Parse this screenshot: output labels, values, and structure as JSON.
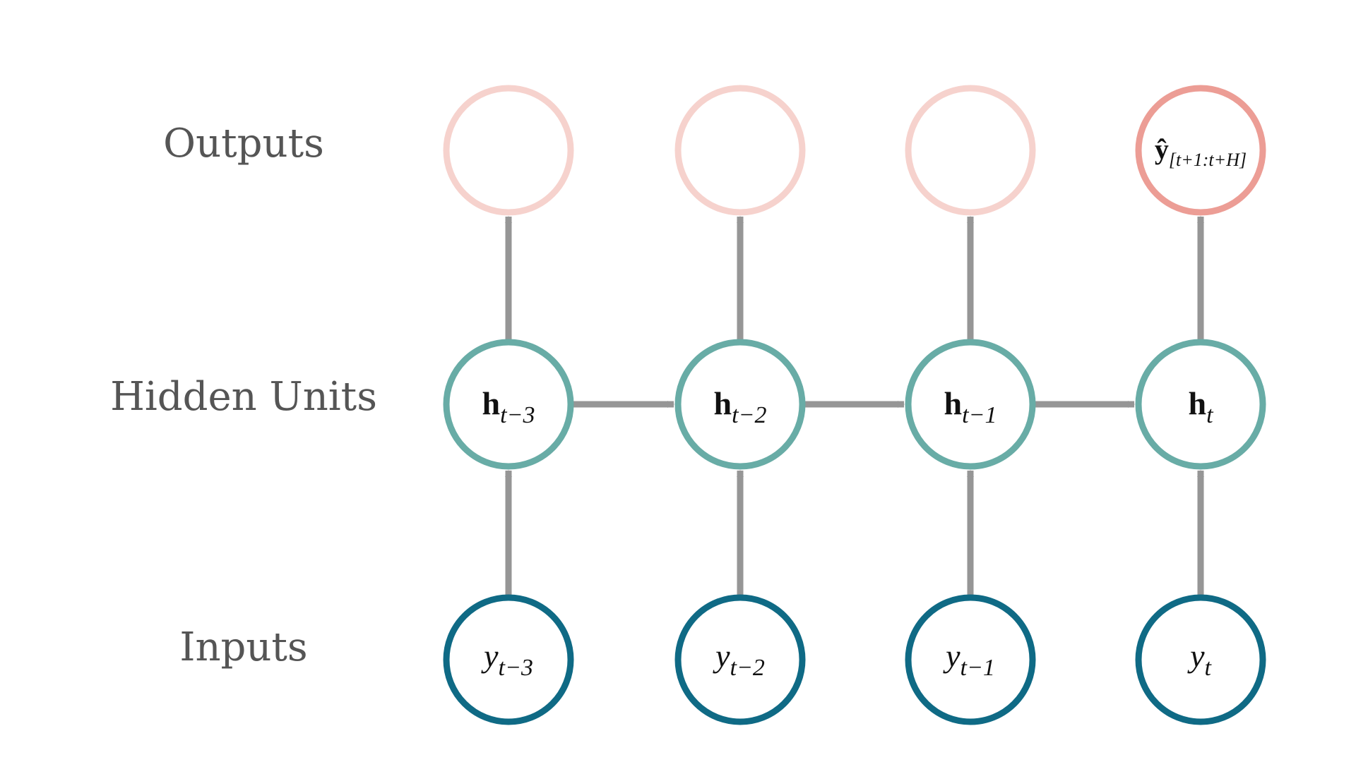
{
  "row_labels": {
    "outputs": "Outputs",
    "hidden": "Hidden Units",
    "inputs": "Inputs"
  },
  "colors": {
    "output_faded": "#f6d2cd",
    "output_active": "#ec9d95",
    "hidden": "#68aca6",
    "input": "#0f6a85",
    "arrow": "#969696",
    "row_label": "#555555"
  },
  "hidden_units": [
    {
      "base": "h",
      "sub": "t−3"
    },
    {
      "base": "h",
      "sub": "t−2"
    },
    {
      "base": "h",
      "sub": "t−1"
    },
    {
      "base": "h",
      "sub": "t"
    }
  ],
  "inputs": [
    {
      "base": "y",
      "sub": "t−3"
    },
    {
      "base": "y",
      "sub": "t−2"
    },
    {
      "base": "y",
      "sub": "t−1"
    },
    {
      "base": "y",
      "sub": "t"
    }
  ],
  "outputs": [
    {
      "base": "",
      "sub": "",
      "active": false
    },
    {
      "base": "",
      "sub": "",
      "active": false
    },
    {
      "base": "",
      "sub": "",
      "active": false
    },
    {
      "base": "ŷ",
      "sub": "[t+1:t+H]",
      "active": true
    }
  ]
}
